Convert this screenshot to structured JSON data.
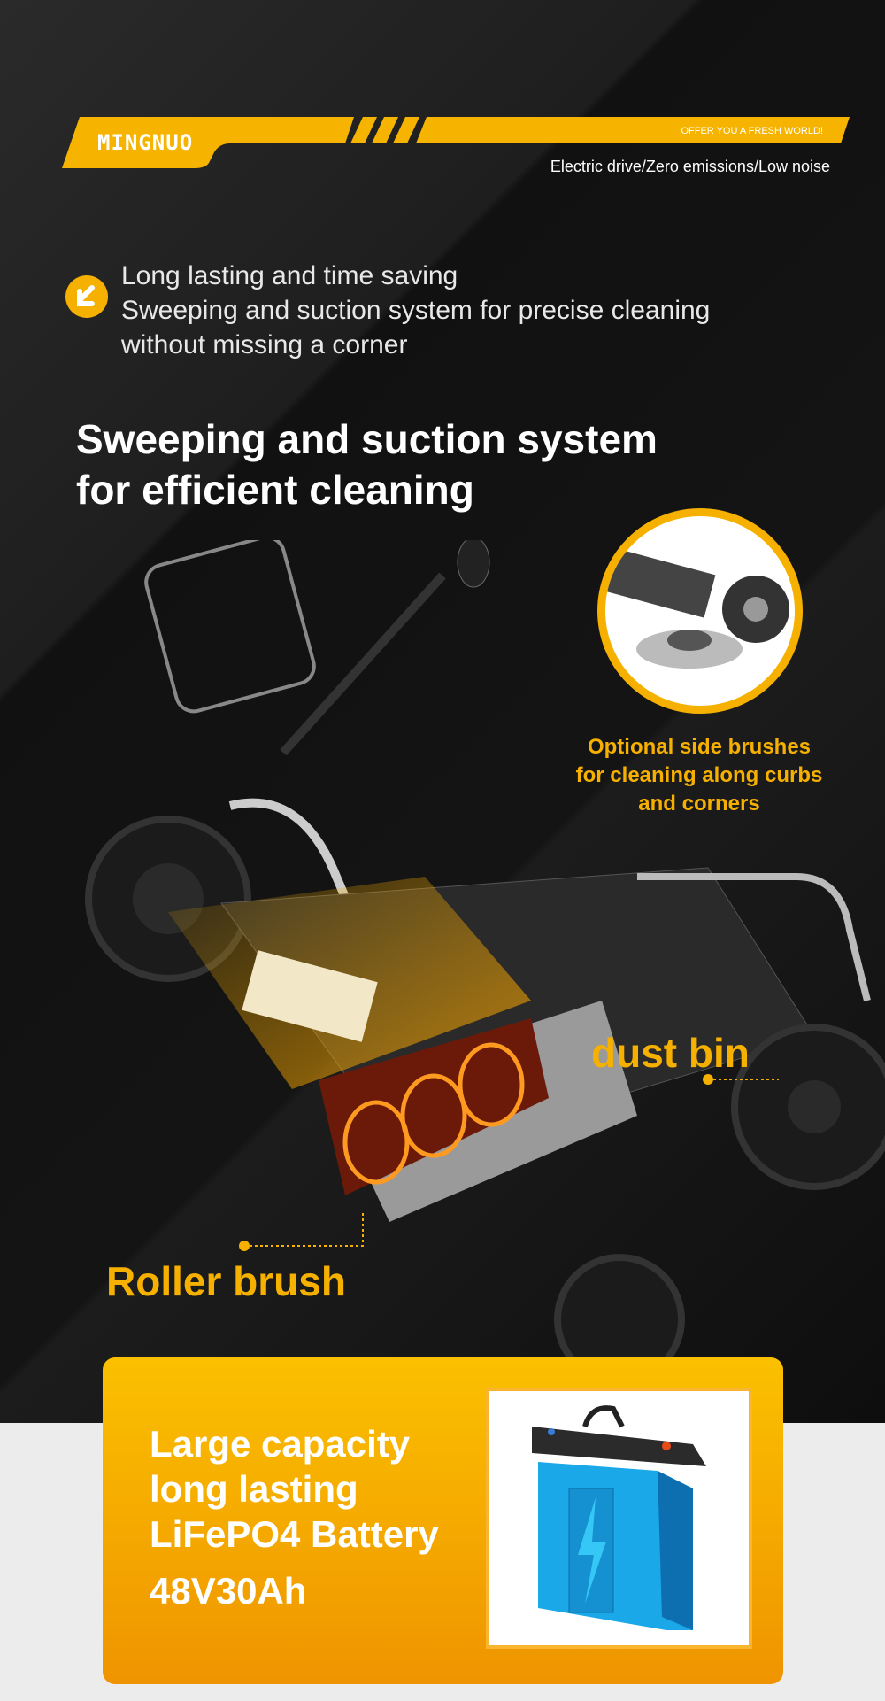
{
  "header": {
    "brand": "MINGNUO",
    "slogan": "OFFER YOU A FRESH WORLD!",
    "tagline": "Electric drive/Zero emissions/Low noise"
  },
  "intro": {
    "lines": [
      "Long lasting and time saving",
      "Sweeping and suction system for precise cleaning",
      "without missing a corner"
    ]
  },
  "heading": {
    "line1": "Sweeping and suction system",
    "line2": "for efficient cleaning"
  },
  "side_brush": {
    "lines": [
      "Optional side brushes",
      "for cleaning along curbs",
      "and corners"
    ]
  },
  "labels": {
    "dust_bin": "dust bin",
    "roller_brush": "Roller brush"
  },
  "battery": {
    "lines": [
      "Large capacity",
      "long lasting",
      "LiFePO4 Battery"
    ],
    "spec": "48V30Ah"
  },
  "colors": {
    "accent": "#f5b000",
    "background": "#111111"
  }
}
